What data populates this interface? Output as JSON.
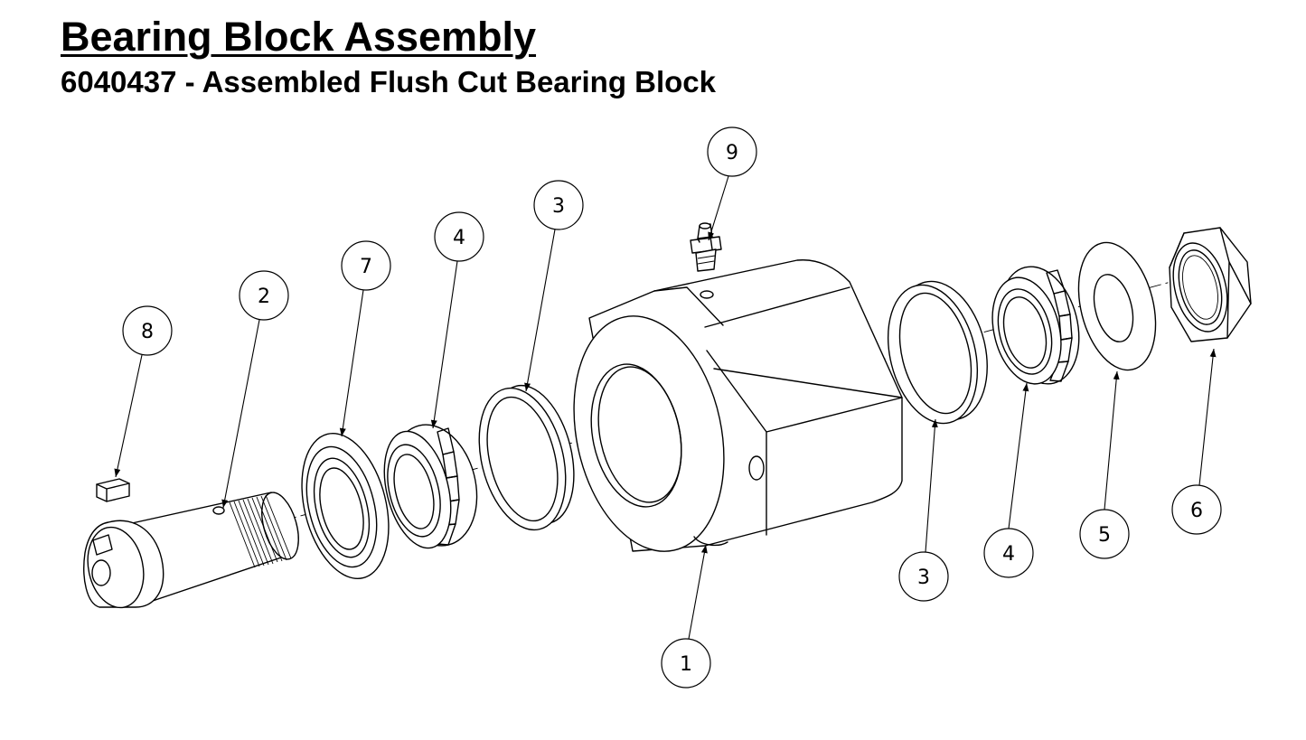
{
  "header": {
    "title": "Bearing Block Assembly",
    "subtitle": "6040437 - Assembled Flush Cut Bearing Block"
  },
  "balloons": [
    {
      "label": "8"
    },
    {
      "label": "2"
    },
    {
      "label": "7"
    },
    {
      "label": "4"
    },
    {
      "label": "3"
    },
    {
      "label": "9"
    },
    {
      "label": "1"
    },
    {
      "label": "3"
    },
    {
      "label": "4"
    },
    {
      "label": "5"
    },
    {
      "label": "6"
    }
  ]
}
